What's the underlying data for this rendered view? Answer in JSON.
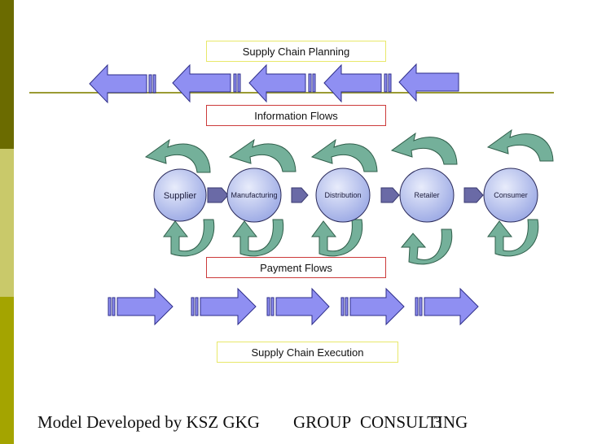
{
  "labels": {
    "planning": "Supply Chain Planning",
    "information": "Information Flows",
    "payment": "Payment Flows",
    "execution": "Supply Chain Execution"
  },
  "nodes": [
    "Supplier",
    "Manufacturing",
    "Distribution",
    "Retailer",
    "Consumer"
  ],
  "footer": {
    "left": "Model Developed by KSZ GKG",
    "right": "CONSULTING",
    "group": "GROUP",
    "page": "3"
  },
  "colors": {
    "arrow_fill": "#8f8ff2",
    "arrow_stroke": "#2e2e8a",
    "node_fill": "#b8c4ee",
    "cycle_arrow": "#74b09a",
    "connector": "#6a6aa6",
    "sidebar": [
      "#6b6b00",
      "#c9c96a",
      "#a4a400"
    ]
  }
}
